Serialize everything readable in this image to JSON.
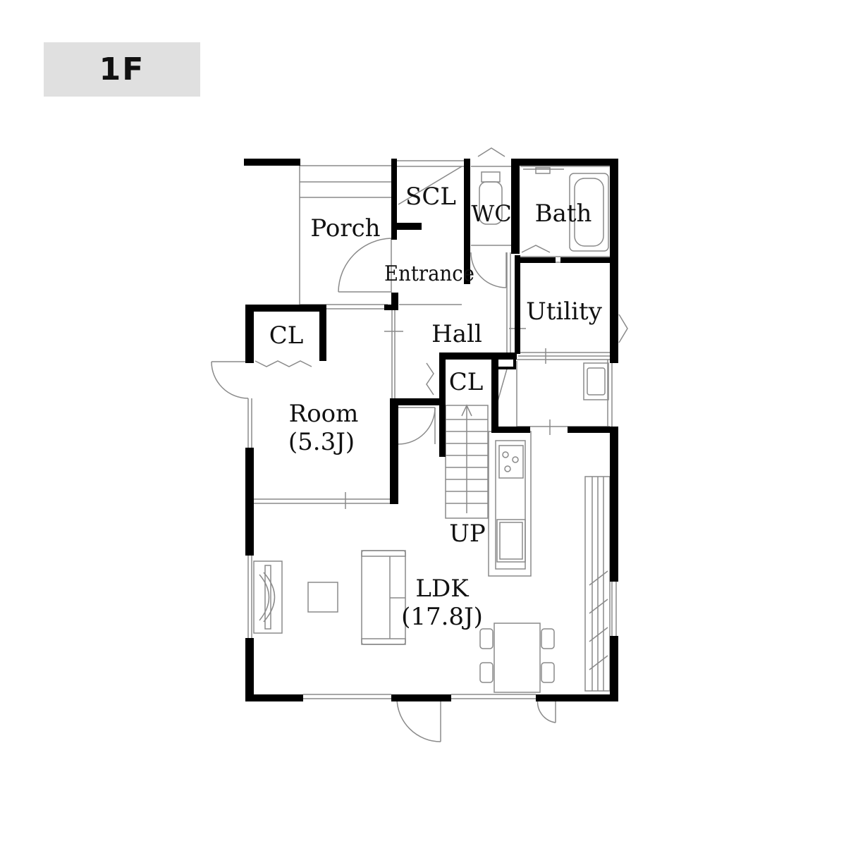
{
  "floor_label": "1F",
  "colors": {
    "wall": "#000000",
    "line": "#8a8a8a",
    "badge": "#e0e0e0",
    "text": "#111111"
  },
  "rooms": {
    "porch": "Porch",
    "scl": "SCL",
    "wc": "WC",
    "bath": "Bath",
    "entrance": "Entrance",
    "utility": "Utility",
    "hall": "Hall",
    "cl_room": "CL",
    "cl_stair": "CL",
    "room_name": "Room",
    "room_size": "(5.3J)",
    "stairs_up": "UP",
    "ldk_name": "LDK",
    "ldk_size": "(17.8J)"
  }
}
